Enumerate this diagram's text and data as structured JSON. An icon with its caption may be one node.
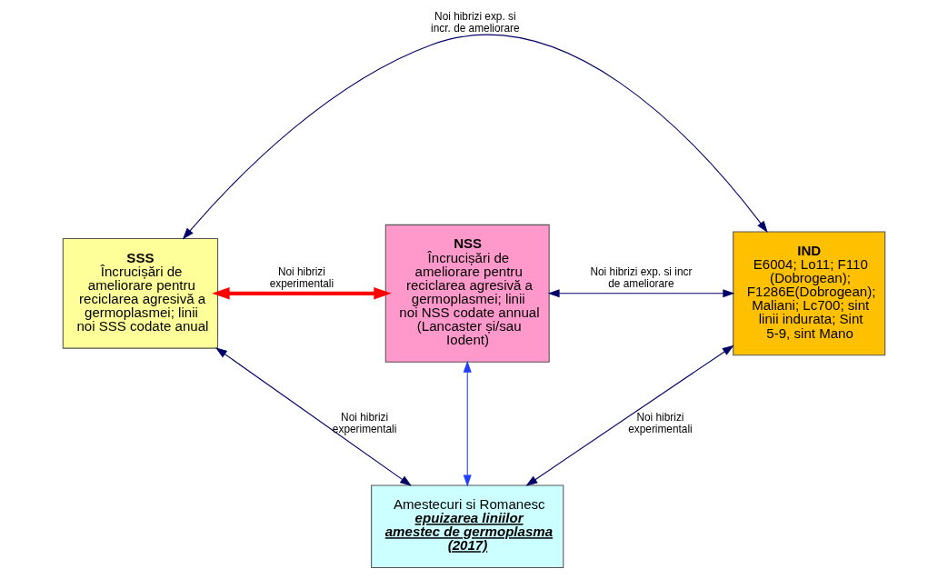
{
  "diagram": {
    "nodes": [
      {
        "text": [
          "SSS",
          "Încrucișări de ameliorare pentru reciclarea agresivă a germoplasmei; linii noi SSS codate anual"
        ]
      },
      {
        "text": [
          "NSS",
          "Încrucișări de ameliorare pentru reciclarea agresivă a germoplasmei; linii noi NSS codate annual (Lancaster și/sau Iodent)"
        ]
      },
      {
        "text": [
          "IND",
          "E6004; Lo11; F110 (Dobrogean); F1286E(Dobrogean); Maliani; Lc700; sint linii indurata; Sint 5-9, sint Mano"
        ]
      },
      {
        "text": [
          "Amestecuri si Romanesc",
          "epuizarea liniilor amestec de germoplasma (2017)"
        ]
      }
    ],
    "edges": [
      {
        "from": 0,
        "to": 1,
        "arrow": "both",
        "label": "Noi hibrizi experimentali",
        "style": "thick",
        "color": "#ff0000"
      },
      {
        "from": 0,
        "to": 2,
        "arrow": "both",
        "label": "Noi hibrizi exp. si incr. de ameliorare"
      },
      {
        "from": 1,
        "to": 2,
        "arrow": "both",
        "label": "Noi hibrizi exp. si incr de ameliorare"
      },
      {
        "from": 0,
        "to": 3,
        "arrow": "both",
        "label": "Noi hibrizi experimentali"
      },
      {
        "from": 1,
        "to": 3,
        "arrow": "both",
        "color": "#1f3fff"
      },
      {
        "from": 2,
        "to": 3,
        "arrow": "both",
        "label": "Noi hibrizi experimentali"
      }
    ]
  }
}
